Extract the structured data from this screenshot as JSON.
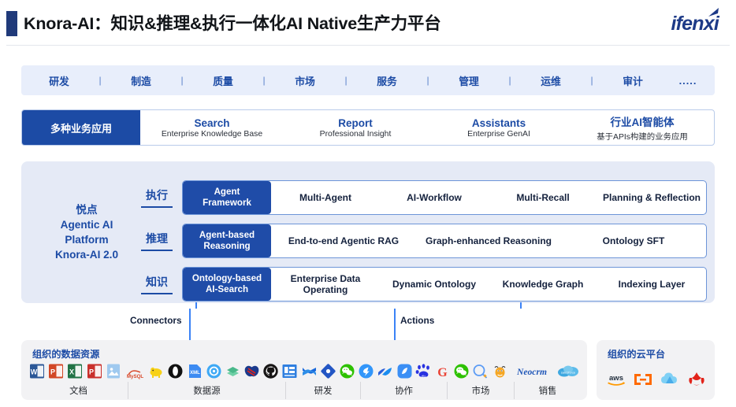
{
  "header": {
    "title": "Knora-AI：知识&推理&执行一体化AI Native生产力平台",
    "logo": "ifenxi"
  },
  "domain_bar": {
    "items": [
      "研发",
      "制造",
      "质量",
      "市场",
      "服务",
      "管理",
      "运维",
      "审计"
    ],
    "separator": "|",
    "more": "....."
  },
  "apps_row": {
    "label": "多种业务应用",
    "cells": [
      {
        "title": "Search",
        "subtitle": "Enterprise Knowledge Base"
      },
      {
        "title": "Report",
        "subtitle": "Professional Insight"
      },
      {
        "title": "Assistants",
        "subtitle": "Enterprise GenAI"
      },
      {
        "title": "行业AI智能体",
        "subtitle": "基于APIs构建的业务应用"
      }
    ]
  },
  "platform": {
    "label": "悦点\nAgentic AI\nPlatform\nKnora-AI 2.0",
    "label_lines": [
      "悦点",
      "Agentic AI",
      "Platform",
      "Knora-AI 2.0"
    ],
    "layers": [
      {
        "tag": "执行",
        "head": "Agent\nFramework",
        "head_lines": [
          "Agent",
          "Framework"
        ],
        "items": [
          "Multi-Agent",
          "AI-Workflow",
          "Multi-Recall",
          "Planning & Reflection"
        ]
      },
      {
        "tag": "推理",
        "head": "Agent-based\nReasoning",
        "head_lines": [
          "Agent-based",
          "Reasoning"
        ],
        "items": [
          "End-to-end Agentic RAG",
          "Graph-enhanced Reasoning",
          "Ontology SFT"
        ]
      },
      {
        "tag": "知识",
        "head": "Ontology-based\nAI-Search",
        "head_lines": [
          "Ontology-based",
          "AI-Search"
        ],
        "items": [
          "Enterprise Data Operating",
          "Dynamic Ontology",
          "Knowledge Graph",
          "Indexing Layer"
        ]
      }
    ]
  },
  "connectors": {
    "left_label": "Connectors",
    "right_label": "Actions"
  },
  "resources": {
    "title": "组织的数据资源",
    "categories": [
      "文档",
      "数据源",
      "研发",
      "协作",
      "市场",
      "销售"
    ],
    "icons": [
      {
        "name": "word-icon",
        "label": "W",
        "color": "#2b5797"
      },
      {
        "name": "powerpoint-icon",
        "label": "P",
        "color": "#d24726"
      },
      {
        "name": "excel-icon",
        "label": "X",
        "color": "#207245"
      },
      {
        "name": "pdf-icon",
        "label": "P",
        "color": "#c9302c"
      },
      {
        "name": "image-file-icon",
        "label": "",
        "color": "#73aee6"
      },
      {
        "name": "mysql-icon",
        "label": "MySQL",
        "color": "#d94a2b"
      },
      {
        "name": "hadoop-icon",
        "label": "",
        "color": "#f7d117"
      },
      {
        "name": "mongodb-icon",
        "label": "",
        "color": "#111111"
      },
      {
        "name": "xml-file-icon",
        "label": "XML",
        "color": "#3d8bf2"
      },
      {
        "name": "clickhouse-icon",
        "label": "",
        "color": "#3fa9f5"
      },
      {
        "name": "elastic-icon",
        "label": "",
        "color": "#49b88a"
      },
      {
        "name": "redis-icon",
        "label": "",
        "color": "#1b3a8c"
      },
      {
        "name": "github-icon",
        "label": "",
        "color": "#171515"
      },
      {
        "name": "gitlab-board-icon",
        "label": "",
        "color": "#2f7fe0"
      },
      {
        "name": "confluence-icon",
        "label": "",
        "color": "#1868db"
      },
      {
        "name": "jira-icon",
        "label": "",
        "color": "#2356c4"
      },
      {
        "name": "wechat-icon",
        "label": "",
        "color": "#2dc100"
      },
      {
        "name": "dingtalk-icon",
        "label": "",
        "color": "#3296fa"
      },
      {
        "name": "feishu-icon",
        "label": "",
        "color": "#2b5fd9"
      },
      {
        "name": "wecom-icon",
        "label": "",
        "color": "#3b8ff5"
      },
      {
        "name": "baidu-icon",
        "label": "",
        "color": "#2932e1"
      },
      {
        "name": "google-icon",
        "label": "G",
        "color": "#ea4335"
      },
      {
        "name": "wechat-channels-icon",
        "label": "",
        "color": "#2dc100"
      },
      {
        "name": "speech-bubble-icon",
        "label": "",
        "color": "#5b9bf5"
      },
      {
        "name": "fxiaoke-bee-icon",
        "label": "",
        "color": "#f5a623"
      },
      {
        "name": "neocrm-icon",
        "label": "Neocrm",
        "color": "#1f56b8"
      },
      {
        "name": "salesforce-icon",
        "label": "",
        "color": "#3fa8e0"
      }
    ]
  },
  "cloud": {
    "title": "组织的云平台",
    "icons": [
      {
        "name": "aws-icon",
        "label": "aws",
        "color": "#232f3e"
      },
      {
        "name": "alibaba-cloud-icon",
        "label": "",
        "color": "#ff6a00"
      },
      {
        "name": "tencent-cloud-icon",
        "label": "",
        "color": "#4aa8e8"
      },
      {
        "name": "huawei-cloud-icon",
        "label": "",
        "color": "#e2231a"
      }
    ]
  }
}
